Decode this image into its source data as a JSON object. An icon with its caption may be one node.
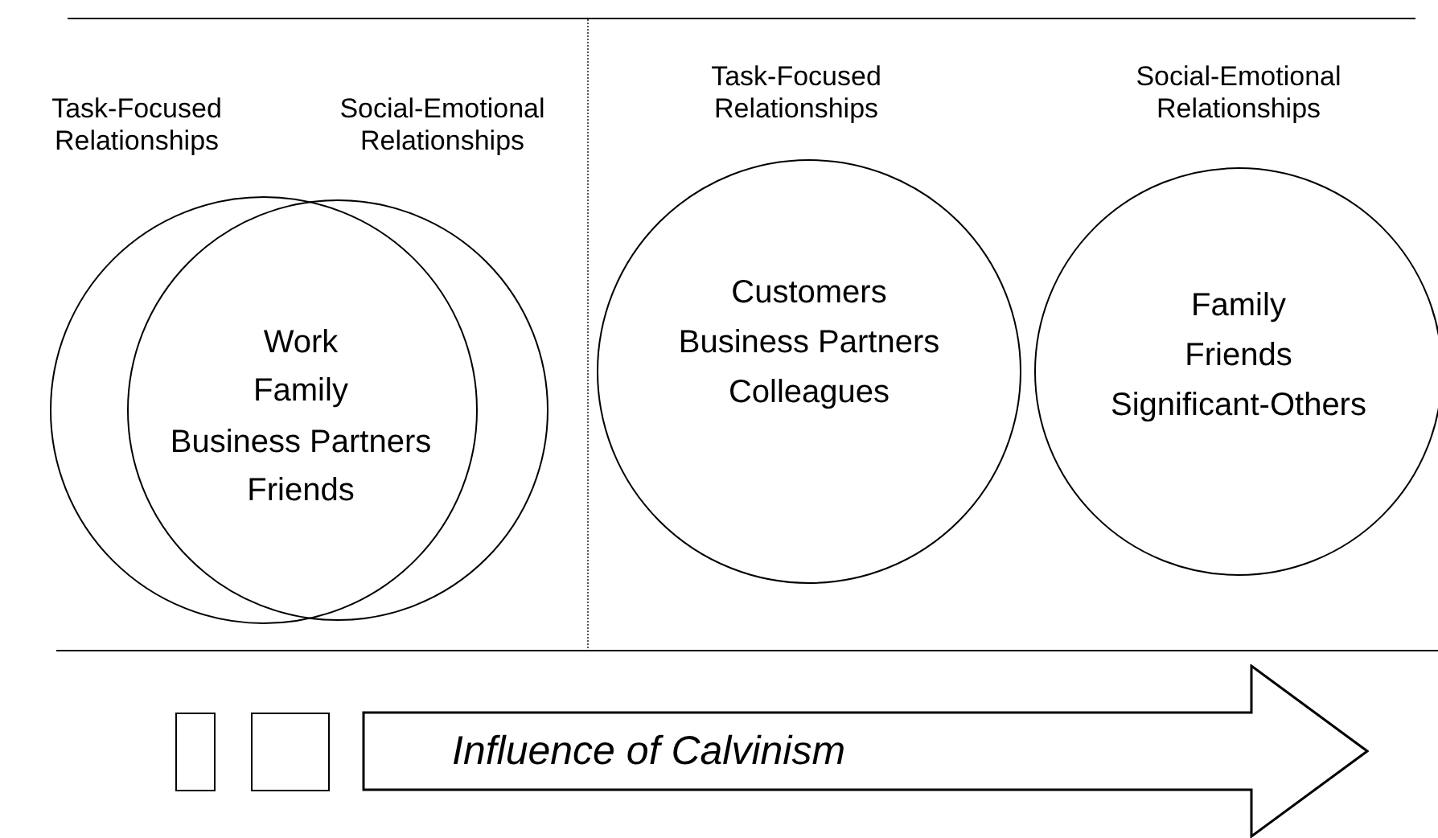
{
  "diagram": {
    "nodes": [
      {
        "text": [
          "Task-Focused Relationships"
        ]
      },
      {
        "text": [
          "Social-Emotional Relationships"
        ]
      },
      {
        "text": [
          "Task-Focused Relationships",
          "Customers",
          "Business Partners",
          "Colleagues"
        ]
      },
      {
        "text": [
          "Social-Emotional Relationships",
          "Family",
          "Friends",
          "Significant-Others"
        ]
      },
      {
        "text": [],
        "shape": "box"
      },
      {
        "text": [],
        "shape": "box"
      },
      {
        "text": [
          "Influence of Calvinism"
        ]
      }
    ],
    "edges": [],
    "labels": [
      "Work",
      "Family",
      "Business Partners",
      "Friends"
    ]
  }
}
